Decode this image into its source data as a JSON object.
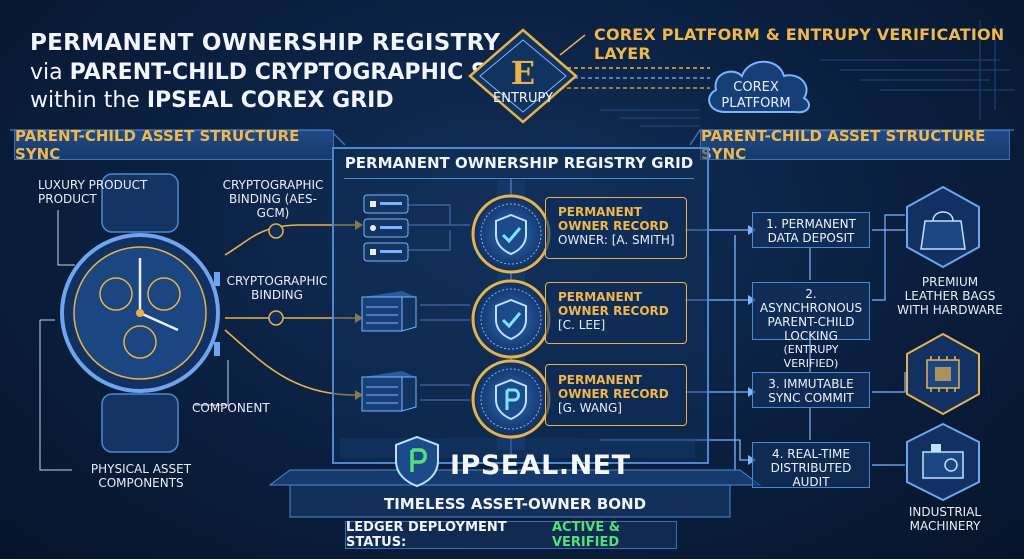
{
  "header": {
    "line1": "PERMANENT OWNERSHIP REGISTRY",
    "line2_prefix": "via ",
    "line2_bold": "PARENT-CHILD CRYPTOGRAPHIC SYNC",
    "line3_prefix": "within the ",
    "line3_bold": "IPSEAL COREX GRID"
  },
  "top_layer": {
    "title": "COREX PLATFORM & ENTRUPY VERIFICATION LAYER",
    "entrupy_label": "ENTRUPY",
    "entrupy_letter": "E",
    "cloud_label": "COREX PLATFORM"
  },
  "bands": {
    "left": "PARENT-CHILD ASSET STRUCTURE SYNC",
    "right": "PARENT-CHILD ASSET STRUCTURE SYNC"
  },
  "left_panel": {
    "product_label": "LUXURY PRODUCT PRODUCT",
    "binding_1": "CRYPTOGRAPHIC BINDING (AES-GCM)",
    "binding_2": "CRYPTOGRAPHIC BINDING",
    "component_label": "COMPONENT",
    "physical_label": "PHYSICAL ASSET COMPONENTS"
  },
  "grid": {
    "title": "PERMANENT OWNERSHIP REGISTRY GRID",
    "records": [
      {
        "title": "PERMANENT OWNER RECORD",
        "owner": "OWNER: [A. SMITH]"
      },
      {
        "title": "PERMANENT OWNER RECORD",
        "owner": "[C. LEE]"
      },
      {
        "title": "PERMANENT OWNER RECORD",
        "owner": "[G. WANG]"
      }
    ]
  },
  "steps": [
    {
      "label": "1. PERMANENT DATA DEPOSIT",
      "sub": ""
    },
    {
      "label": "2. ASYNCHRONOUS PARENT-CHILD LOCKING",
      "sub": "(ENTRUPY VERIFIED)"
    },
    {
      "label": "3. IMMUTABLE SYNC COMMIT",
      "sub": ""
    },
    {
      "label": "4. REAL-TIME DISTRIBUTED AUDIT",
      "sub": ""
    }
  ],
  "assets": {
    "bags": "PREMIUM LEATHER BAGS WITH HARDWARE",
    "machinery": "INDUSTRIAL MACHINERY"
  },
  "footer": {
    "brand": "IPSEAL.NET",
    "bond": "TIMELESS ASSET-OWNER BOND",
    "ledger_label": "LEDGER DEPLOYMENT STATUS:",
    "ledger_status": "ACTIVE & VERIFIED"
  },
  "colors": {
    "background": "#0a1f3f",
    "accent_gold": "#e6b34a",
    "line_blue": "#4f86d1",
    "status_green": "#53e07a"
  },
  "icons": [
    "entrupy-badge-icon",
    "cloud-icon",
    "watch-icon",
    "document-icon",
    "server-icon",
    "shield-check-icon",
    "shield-p-icon",
    "bag-icon",
    "chip-icon",
    "machine-icon"
  ]
}
